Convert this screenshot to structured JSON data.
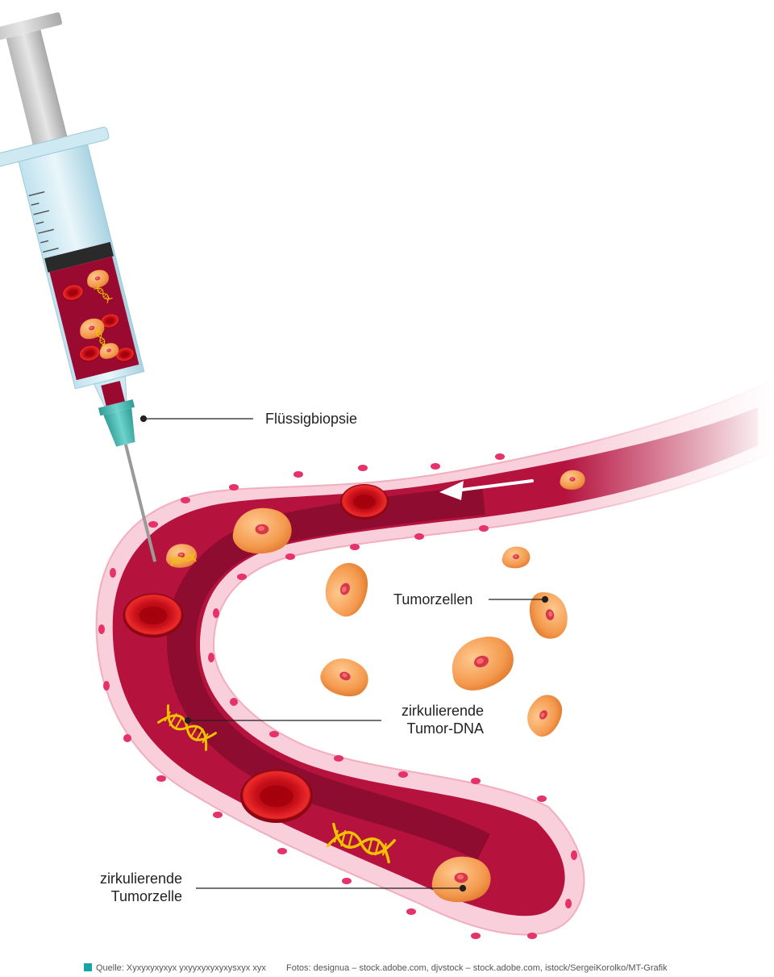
{
  "labels": {
    "biopsy": "Flüssigbiopsie",
    "tumor_cells": "Tumorzellen",
    "ctdna_line1": "zirkulierende",
    "ctdna_line2": "Tumor-DNA",
    "ctc_line1": "zirkulierende",
    "ctc_line2": "Tumorzelle"
  },
  "footer": {
    "source": "Quelle: Xyxyxyxyxyx yxyyxyxyxyxysxyx xyx",
    "credits": "Fotos: designua – stock.adobe.com, djvstock – stock.adobe.com, istock/SergeiKorolko/MT-Grafik",
    "accent_color": "#1aa3a8"
  },
  "colors": {
    "blood_dark": "#7a0c2e",
    "blood_light": "#c41c4b",
    "vessel_wall": "#f7c6d3",
    "tumor_cell": "#f49a4e",
    "red_cell": "#d9171f",
    "dna": "#f2c200",
    "syringe_hub": "#3fb8b0"
  }
}
